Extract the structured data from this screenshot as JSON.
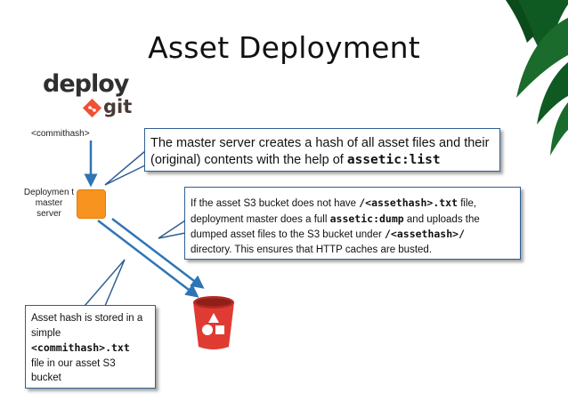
{
  "slide": {
    "title": "Asset Deployment",
    "logos": {
      "deploy": "deploy",
      "git": "git"
    },
    "labels": {
      "commit": "<commithash>",
      "server": "Deploymen t master server"
    },
    "callouts": {
      "hash": {
        "line1": "The master server creates a hash of all asset files and their",
        "line2_pre": "(original) contents with the help of ",
        "line2_code": "assetic:list"
      },
      "upload": {
        "l1_pre": "If the asset S3 bucket does not have ",
        "l1_code": "/<assethash>.txt",
        "l1_post": " file,",
        "l2_pre": "deployment master does a full ",
        "l2_code": "assetic:dump",
        "l2_post": " and uploads the",
        "l3_pre": "dumped asset files to the S3 bucket under ",
        "l3_code": "/<assethash>/",
        "l4": "directory. This ensures that HTTP caches are busted."
      },
      "stored": {
        "l1": "Asset hash is stored in a",
        "l2": "simple",
        "l3_code": "<commithash>.txt",
        "l4": "file in our asset S3",
        "l5": "bucket"
      }
    },
    "icons": [
      "deploy-logo",
      "git-logo",
      "server-icon",
      "s3-bucket-icon",
      "palm-leaves"
    ],
    "colors": {
      "arrow": "#2e75b6",
      "callout_border": "#2f5f93",
      "server": "#f7931e",
      "bucket": "#e03b32",
      "git": "#f05033",
      "palm": "#0f5a23"
    }
  }
}
